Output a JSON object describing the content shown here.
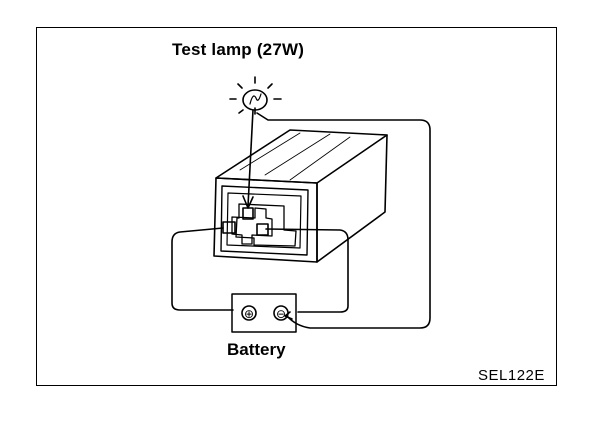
{
  "labels": {
    "test_lamp": "Test lamp (27W)",
    "battery": "Battery",
    "figure_code": "SEL122E"
  },
  "battery": {
    "positive_symbol": "⊕",
    "negative_symbol": "⊖"
  }
}
